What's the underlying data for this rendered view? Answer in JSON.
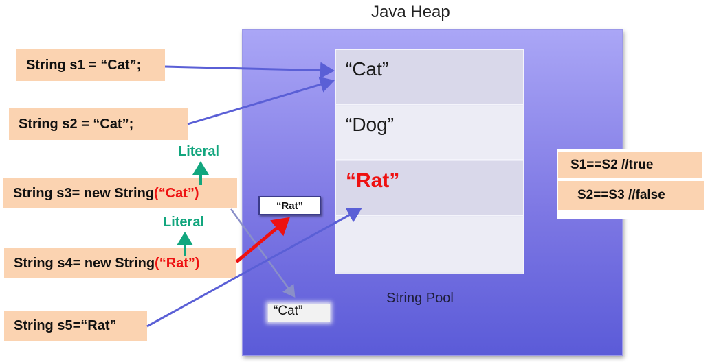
{
  "title": "Java Heap",
  "string_pool": {
    "label": "String Pool",
    "cells": [
      "“Cat”",
      "“Dog”",
      "“Rat”",
      ""
    ]
  },
  "code_lines": [
    {
      "id": "s1",
      "text": "String s1 = “Cat”;"
    },
    {
      "id": "s2",
      "text": "String s2 = “Cat”;"
    },
    {
      "id": "s3",
      "prefix": "String s3= new String",
      "literal": "(“Cat”)"
    },
    {
      "id": "s4",
      "prefix": "String s4= new String",
      "literal": "(“Rat”)"
    },
    {
      "id": "s5",
      "text": "String s5=“Rat”"
    }
  ],
  "literal_labels": [
    "Literal",
    "Literal"
  ],
  "heap_objects": {
    "rat": "“Rat”",
    "cat": "“Cat”"
  },
  "comparisons": [
    "S1==S2 //true",
    "S2==S3 //false"
  ],
  "colors": {
    "code_box": "#fbd3b1",
    "literal_green": "#12a67e",
    "highlight_red": "#ee1111",
    "reference_arrow": "#5a5fd6",
    "new_object_arrow": "#ee1111"
  }
}
